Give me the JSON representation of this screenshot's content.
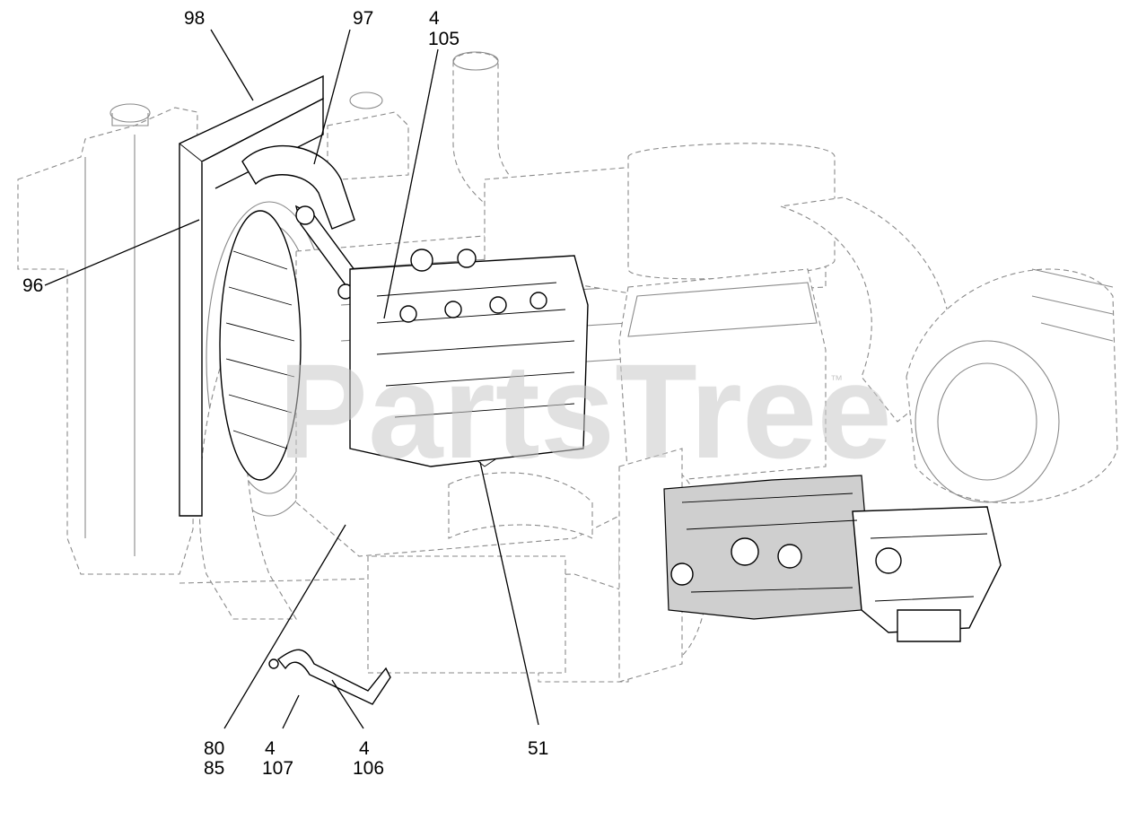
{
  "watermark": {
    "text": "PartsTree",
    "trademark": "™"
  },
  "callouts": {
    "c98": "98",
    "c97": "97",
    "c4a": "4",
    "c105": "105",
    "c96": "96",
    "c51": "51",
    "c80": "80",
    "c85": "85",
    "c4b": "4",
    "c107": "107",
    "c4c": "4",
    "c106": "106"
  }
}
